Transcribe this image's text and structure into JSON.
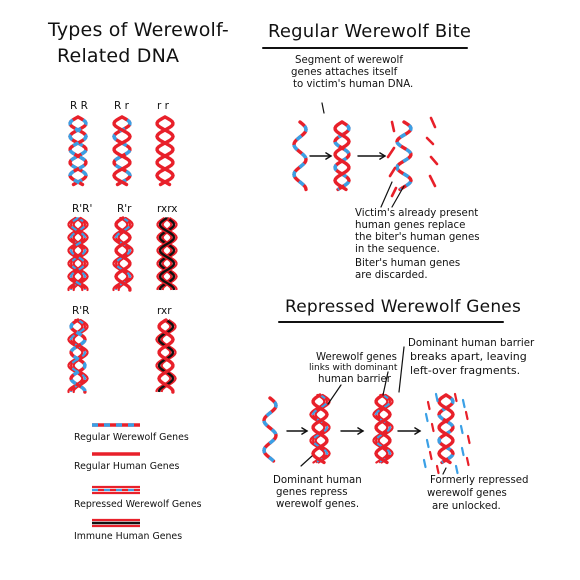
{
  "left_title": [
    "Types of Werewolf-",
    "Related DNA"
  ],
  "genotypes": [
    "R R",
    "R r",
    "r r",
    "R'R'",
    "R'r",
    "rxrx",
    "R'R",
    "rxr"
  ],
  "legend": [
    "Regular Werewolf Genes",
    "Regular Human Genes",
    "Repressed Werewolf Genes",
    "Immune Human Genes"
  ],
  "bite": {
    "title": "Regular Werewolf Bite",
    "note_top": [
      "Segment of werewolf",
      "genes attaches itself",
      "to victim's human DNA."
    ],
    "note_bottom": [
      "Victim's already present",
      "human genes replace",
      "the biter's human genes",
      "in the sequence.",
      "Biter's human genes",
      "are discarded."
    ]
  },
  "repressed": {
    "title": "Repressed Werewolf Genes",
    "note_links": [
      "Werewolf genes",
      "links with dominant",
      "human barrier"
    ],
    "note_breaks": [
      "Dominant human barrier",
      "breaks apart, leaving",
      "left-over fragments."
    ],
    "note_dominant": [
      "Dominant human",
      "genes repress",
      "werewolf genes."
    ],
    "note_unlocked": [
      "Formerly repressed",
      "werewolf genes",
      "are unlocked."
    ]
  },
  "colors": {
    "red": "#e8202a",
    "blue": "#3aa0e6",
    "black": "#111111"
  }
}
